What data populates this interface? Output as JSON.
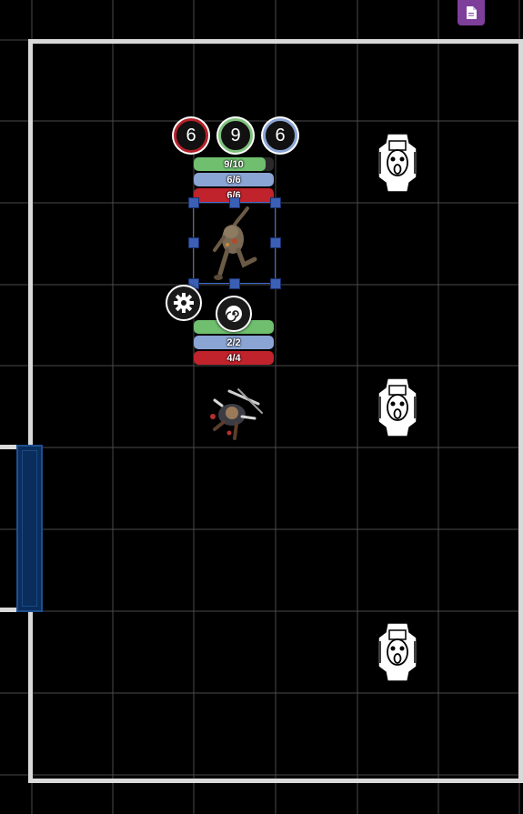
{
  "toolbar": {
    "handout_icon": "document-icon",
    "color": "#7e3f9a"
  },
  "selected_token": {
    "name": "",
    "circles": [
      {
        "value": "6",
        "color": "#b3202a"
      },
      {
        "value": "9",
        "color": "#7ec27e"
      },
      {
        "value": "6",
        "color": "#8aa4d4"
      }
    ],
    "bars": [
      {
        "label": "9/10",
        "value": 9,
        "max": 10,
        "color": "#6fbf6f"
      },
      {
        "label": "6/6",
        "value": 6,
        "max": 6,
        "color": "#8aa4d4"
      },
      {
        "label": "6/6",
        "value": 6,
        "max": 6,
        "color": "#c0232c"
      }
    ]
  },
  "second_token": {
    "bars": [
      {
        "label": "",
        "value": 10,
        "max": 10,
        "color": "#6fbf6f"
      },
      {
        "label": "2/2",
        "value": 2,
        "max": 2,
        "color": "#8aa4d4"
      },
      {
        "label": "4/4",
        "value": 4,
        "max": 4,
        "color": "#c0232c"
      }
    ]
  },
  "radial_menu": {
    "settings_icon": "gear-icon",
    "target_icon": "spiral-icon"
  },
  "enemies": [
    {
      "name": "enemy-token-1",
      "icon": "ghost-icon"
    },
    {
      "name": "enemy-token-2",
      "icon": "ghost-icon"
    },
    {
      "name": "enemy-token-3",
      "icon": "ghost-icon"
    }
  ]
}
